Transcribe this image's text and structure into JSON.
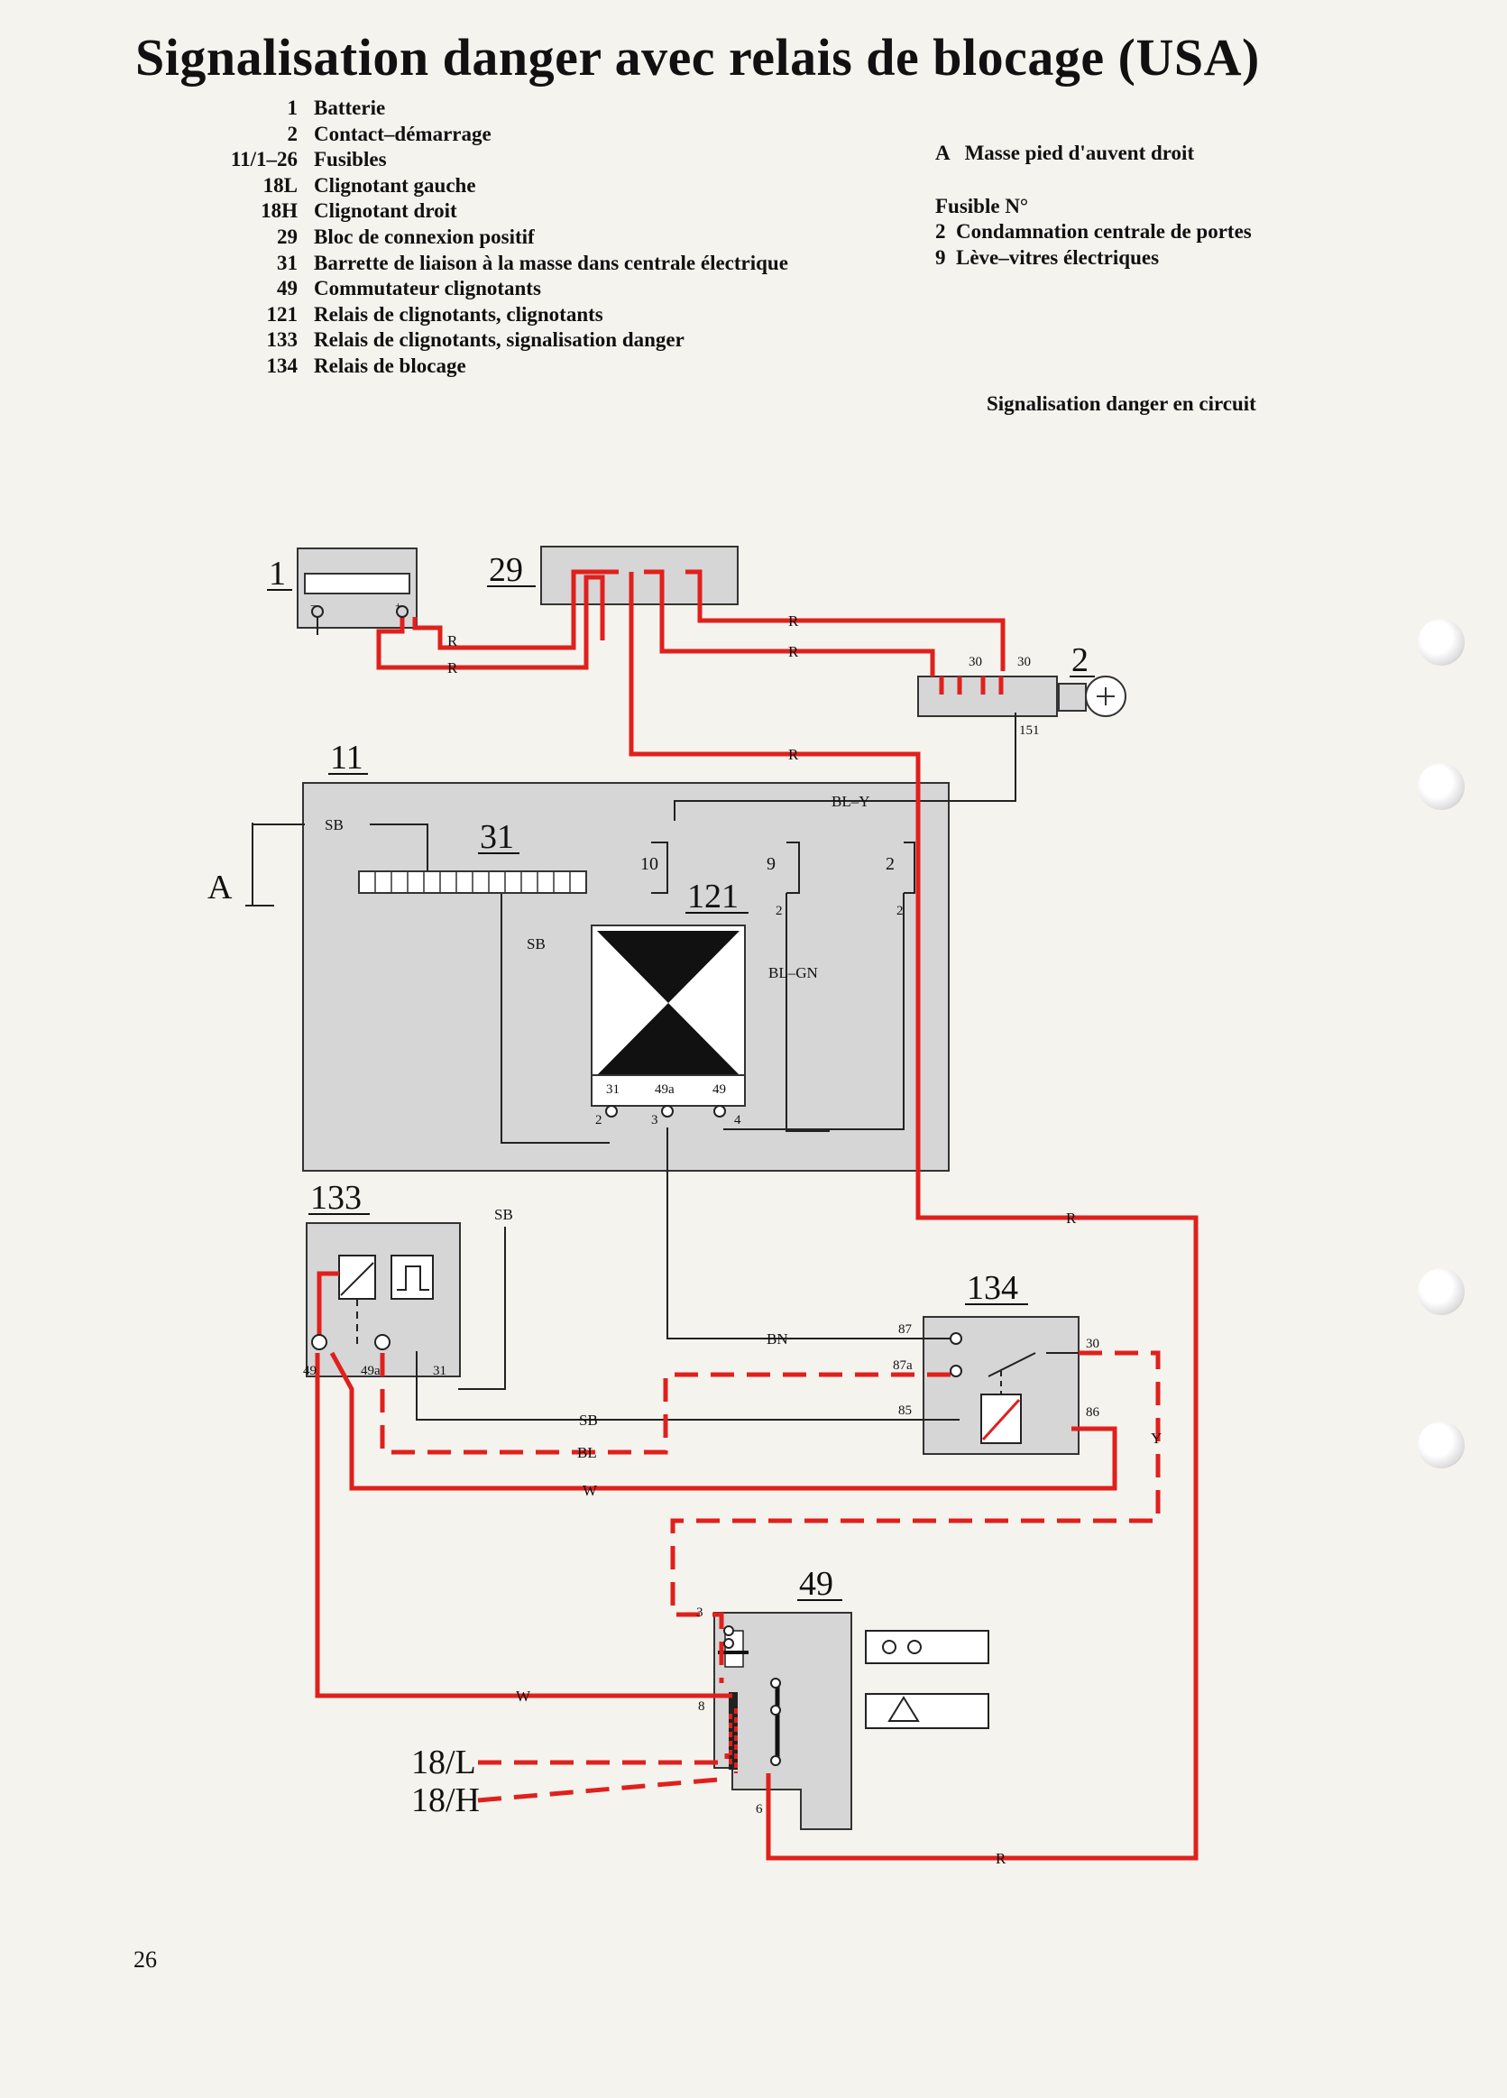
{
  "title": "Signalisation danger avec relais de blocage (USA)",
  "legend": [
    {
      "num": "1",
      "text": "Batterie"
    },
    {
      "num": "2",
      "text": "Contact–démarrage"
    },
    {
      "num": "11/1–26",
      "text": "Fusibles"
    },
    {
      "num": "18L",
      "text": "Clignotant gauche"
    },
    {
      "num": "18H",
      "text": "Clignotant droit"
    },
    {
      "num": "29",
      "text": "Bloc de connexion positif"
    },
    {
      "num": "31",
      "text": "Barrette de liaison à la masse dans centrale électrique"
    },
    {
      "num": "49",
      "text": "Commutateur clignotants"
    },
    {
      "num": "121",
      "text": "Relais de clignotants, clignotants"
    },
    {
      "num": "133",
      "text": "Relais de clignotants, signalisation danger"
    },
    {
      "num": "134",
      "text": "Relais de blocage"
    }
  ],
  "notes": {
    "ground": "A   Masse pied d'auvent droit",
    "fuse_header": "Fusible N°",
    "fuses": [
      "2  Condamnation centrale de portes",
      "9  Lève–vitres électriques"
    ],
    "status": "Signalisation danger en circuit"
  },
  "components": {
    "battery": "1",
    "ignition": "2",
    "fusebox": "11",
    "posblock": "29",
    "ground_bar": "31",
    "flasher": "121",
    "hazard_relay": "133",
    "block_relay": "134",
    "switch": "49",
    "ground": "A",
    "left_lamp": "18/L",
    "right_lamp": "18/H"
  },
  "wires": {
    "R": "R",
    "SB": "SB",
    "BL_Y": "BL–Y",
    "BL_GN": "BL–GN",
    "BN": "BN",
    "BL": "BL",
    "W": "W",
    "Y": "Y"
  },
  "terminals": {
    "t30a": "30",
    "t30b": "30",
    "t15": "151",
    "t10": "10",
    "t9": "9",
    "t2a": "2",
    "t2b": "2",
    "t2c": "2",
    "t2d": "2",
    "t31": "31",
    "t49a": "49a",
    "t49": "49",
    "p2": "2",
    "p3": "3",
    "p4": "4",
    "h49": "49",
    "h49a": "49a",
    "h31": "31",
    "r87": "87",
    "r87a": "87a",
    "r85": "85",
    "r30": "30",
    "r86": "86",
    "s3": "3",
    "s8": "8",
    "s6": "6"
  },
  "page_number": "26",
  "colors": {
    "live": "#e0201c",
    "wire": "#222222",
    "box": "#d6d6d6"
  }
}
